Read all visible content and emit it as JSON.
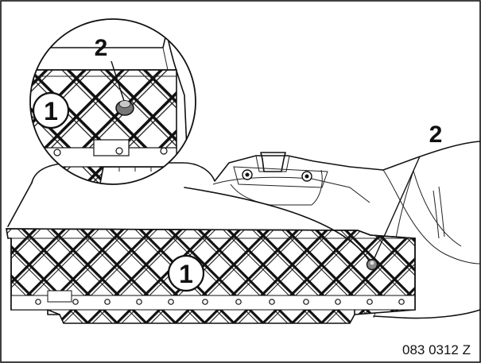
{
  "figure": {
    "code": "083 0312 Z",
    "callouts": {
      "zoom_part": "1",
      "zoom_fastener": "2",
      "main_part": "1",
      "main_fastener": "2"
    }
  }
}
